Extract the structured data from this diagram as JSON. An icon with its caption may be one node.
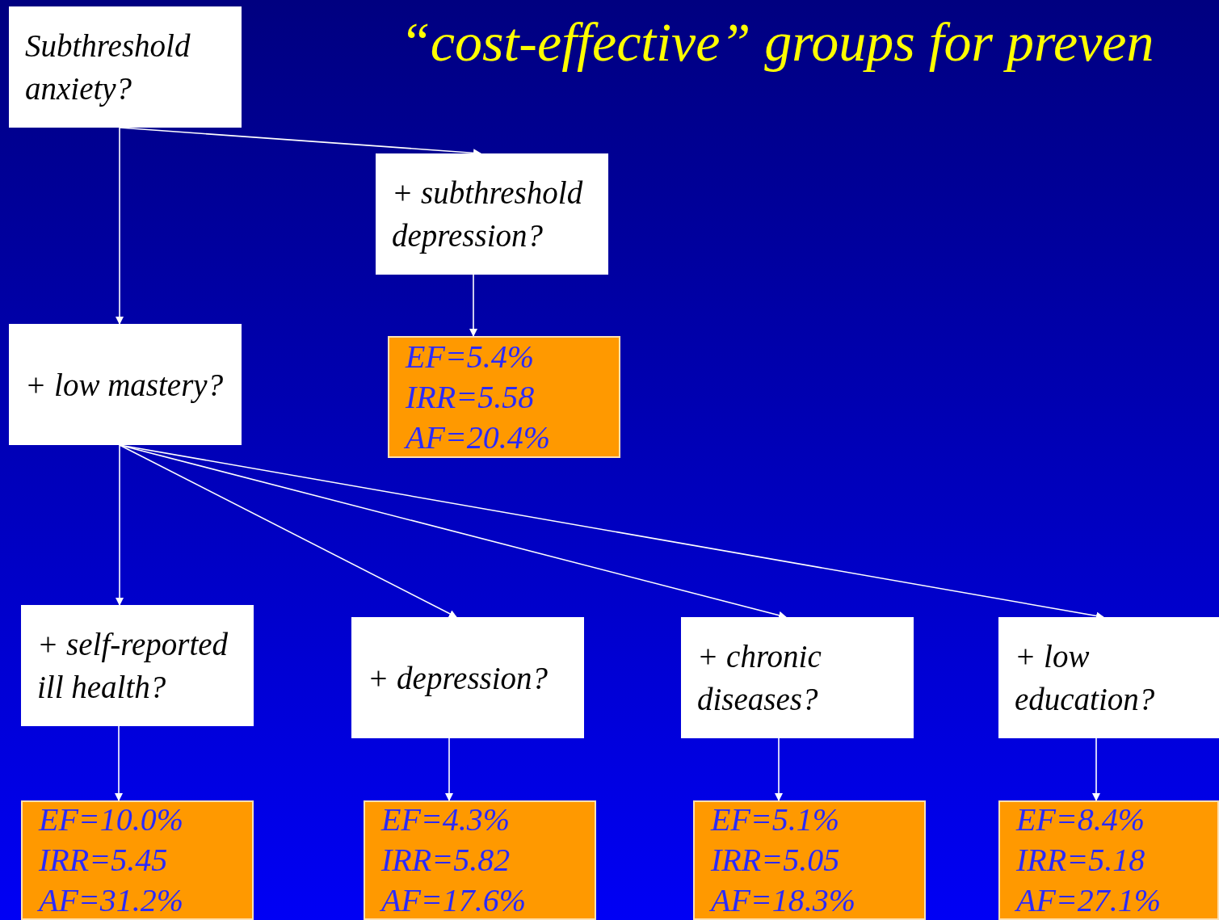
{
  "diagram": {
    "title": "“cost-effective” groups for preven",
    "nodes": [
      {
        "text": [
          "Subthreshold anxiety?"
        ]
      },
      {
        "text": [
          "+ subthreshold depression?"
        ]
      },
      {
        "text": [
          "EF=5.4%",
          "IRR=5.58",
          "AF=20.4%"
        ]
      },
      {
        "text": [
          "+ low mastery?"
        ]
      },
      {
        "text": [
          "+ self-reported ill health?"
        ]
      },
      {
        "text": [
          "+ depression?"
        ]
      },
      {
        "text": [
          "+ chronic diseases?"
        ]
      },
      {
        "text": [
          "+ low education?"
        ]
      },
      {
        "text": [
          "EF=10.0%",
          "IRR=5.45",
          "AF=31.2%"
        ]
      },
      {
        "text": [
          "EF=4.3%",
          "IRR=5.82",
          "AF=17.6%"
        ]
      },
      {
        "text": [
          "EF=5.1%",
          "IRR=5.05",
          "AF=18.3%"
        ]
      },
      {
        "text": [
          "EF=8.4%",
          "IRR=5.18",
          "AF=27.1%"
        ]
      }
    ],
    "edges": [
      {
        "from": 0,
        "to": 1,
        "arrow": "to"
      },
      {
        "from": 0,
        "to": 3,
        "arrow": "to"
      },
      {
        "from": 1,
        "to": 2,
        "arrow": "to"
      },
      {
        "from": 3,
        "to": 4,
        "arrow": "to"
      },
      {
        "from": 3,
        "to": 5,
        "arrow": "to"
      },
      {
        "from": 3,
        "to": 6,
        "arrow": "to"
      },
      {
        "from": 3,
        "to": 7,
        "arrow": "to"
      },
      {
        "from": 4,
        "to": 8,
        "arrow": "to"
      },
      {
        "from": 5,
        "to": 9,
        "arrow": "to"
      },
      {
        "from": 6,
        "to": 10,
        "arrow": "to"
      },
      {
        "from": 7,
        "to": 11,
        "arrow": "to"
      }
    ]
  }
}
